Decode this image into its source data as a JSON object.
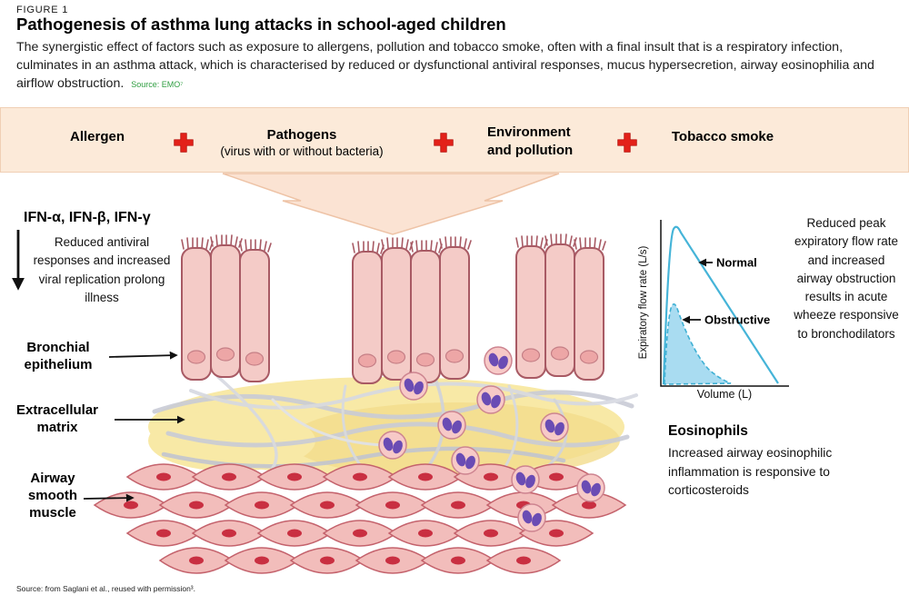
{
  "header": {
    "figure_label": "FIGURE 1",
    "title": "Pathogenesis of asthma lung attacks in school-aged children",
    "description": "The synergistic effect of factors such as exposure to allergens, pollution and tobacco smoke, often with a final insult that is a respiratory infection, culminates in an asthma attack, which is characterised by reduced or dysfunctional antiviral responses, mucus hypersecretion, airway eosinophilia and airflow obstruction.",
    "source_note": "Source: EMO⁷"
  },
  "factors": {
    "allergen": "Allergen",
    "pathogens": "Pathogens",
    "pathogens_sub": "(virus with or without bacteria)",
    "environment": "Environment and pollution",
    "tobacco": "Tobacco smoke"
  },
  "left_panel": {
    "ifn_title": "IFN-α, IFN-β, IFN-γ",
    "ifn_text": "Reduced antiviral responses and increased viral replication prolong illness",
    "bronchial_label": "Bronchial epithelium",
    "ecm_label": "Extracellular matrix",
    "muscle_label": "Airway smooth muscle"
  },
  "chart": {
    "y_axis_label": "Expiratory flow rate (L/s)",
    "x_axis_label": "Volume (L)",
    "normal_label": "Normal",
    "obstructive_label": "Obstructive"
  },
  "right_panel": {
    "flow_text": "Reduced peak expiratory flow rate and increased airway obstruction results in acute wheeze responsive to bronchodilators",
    "eosinophils_title": "Eosinophils",
    "eosinophils_text": "Increased airway eosinophilic inflammation is responsive to corticosteroids"
  },
  "footer": {
    "source": "Source: from Saglani et al., reused with permission³."
  },
  "colors": {
    "banner_bg": "#fcead9",
    "plus_red": "#e32119",
    "cell_pink": "#f4cbc7",
    "cell_outline": "#a85a64",
    "matrix_yellow": "#f8e9a6",
    "muscle_nucleus_red": "#c92f41",
    "eosinophil_nucleus_purple": "#6a4cb4",
    "chart_blue": "#45b4d8",
    "chart_fill_blue": "#a9dcf1",
    "source_green": "#2f9e41"
  },
  "chart_data": {
    "type": "line",
    "title": "Expiratory flow–volume curves (inset)",
    "xlabel": "Volume (L)",
    "ylabel": "Expiratory flow rate (L/s)",
    "axis_ticks": "none shown",
    "legend": [
      "Normal",
      "Obstructive"
    ],
    "series": [
      {
        "name": "Normal",
        "style": "solid outline",
        "points_x": [
          0,
          0.3,
          1.0,
          2.0,
          3.0,
          4.0,
          4.6
        ],
        "points_y": [
          0,
          7.6,
          6.4,
          4.8,
          3.2,
          1.4,
          0
        ]
      },
      {
        "name": "Obstructive",
        "style": "dashed outline, filled light blue",
        "points_x": [
          0,
          0.25,
          0.8,
          1.5,
          2.2,
          2.9
        ],
        "points_y": [
          0,
          3.8,
          2.2,
          1.2,
          0.5,
          0
        ]
      }
    ]
  }
}
